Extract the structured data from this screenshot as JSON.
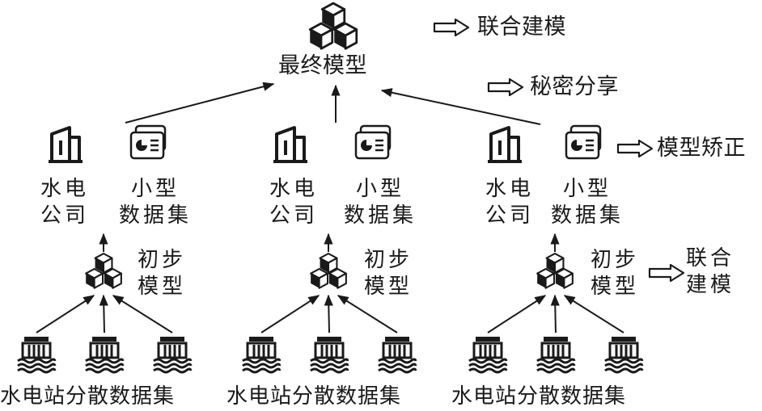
{
  "diagram": {
    "top_model_label": "最终模型",
    "top_annotation": "联合建模",
    "secret_sharing_annotation": "秘密分享",
    "correction_annotation": "模型矫正",
    "initial_annotation": "联合建模",
    "branches": [
      {
        "company_label": "水电公司",
        "dataset_label": "小型数据集",
        "initial_model_label": "初步模型",
        "stations_label": "水电站分散数据集"
      },
      {
        "company_label": "水电公司",
        "dataset_label": "小型数据集",
        "initial_model_label": "初步模型",
        "stations_label": "水电站分散数据集"
      },
      {
        "company_label": "水电公司",
        "dataset_label": "小型数据集",
        "initial_model_label": "初步模型",
        "stations_label": "水电站分散数据集"
      }
    ],
    "icons": {
      "model": "cubes-icon",
      "company": "building-icon",
      "dataset": "dataset-card-icon",
      "station": "hydropower-station-icon",
      "arrow": "hollow-right-arrow-icon"
    },
    "colors": {
      "ink": "#1a1a1a",
      "background": "#ffffff"
    }
  }
}
